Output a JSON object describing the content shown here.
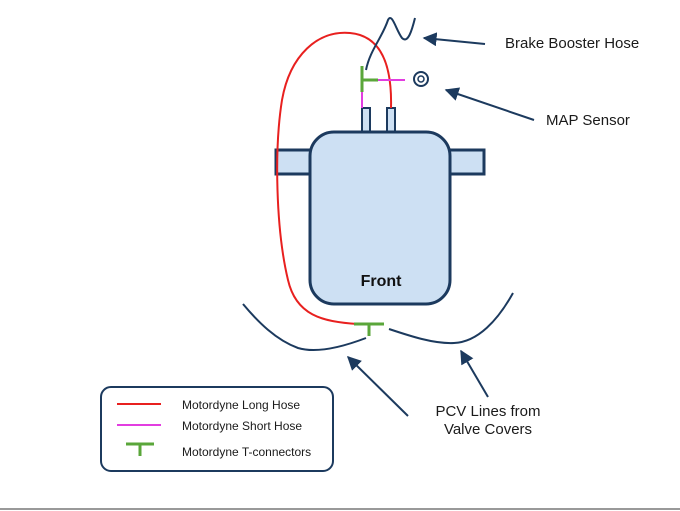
{
  "labels": {
    "brake_booster_hose": "Brake Booster Hose",
    "map_sensor": "MAP Sensor",
    "front": "Front",
    "pcv_line1": "PCV Lines from",
    "pcv_line2": "Valve Covers"
  },
  "legend": {
    "long_hose": "Motordyne Long Hose",
    "short_hose": "Motordyne Short Hose",
    "t_connectors": "Motordyne T-connectors"
  },
  "colors": {
    "long_hose": "#e8201f",
    "short_hose": "#e23de0",
    "t_connector": "#5aa63a",
    "lines": "#1c3a5e",
    "plenum_fill": "#cde0f3"
  }
}
